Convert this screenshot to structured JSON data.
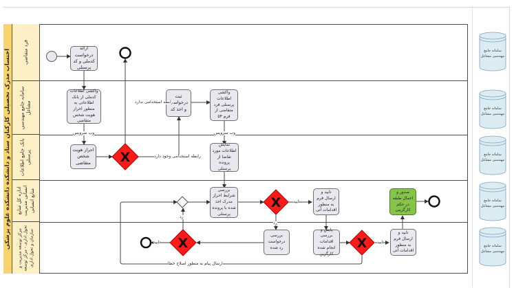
{
  "pool": {
    "title": "احتساب مدرک تحصیلی کارکنان ستاد و دانشکده دانشکده علوم پزشکی"
  },
  "lanes": [
    {
      "label": "فرد متقاضی"
    },
    {
      "label": "سامانه جامع مهندسی مشاغل"
    },
    {
      "label": "بانک جامع اطلاعات پرسنلی"
    },
    {
      "label": "اداره کل منابع انسانی مدیریت منابع انسانی"
    },
    {
      "label": "مرکز توسعه مدیریت و تحول اداری - مرکز توسعه سازمان و تحول اداری"
    }
  ],
  "tasks": {
    "submit_request": "ارائه درخواست کدملی و کد پرسنلی",
    "fetch_national_info": "واکشی اطلاعات کدملی از بانک اطلاعاتی به منظور احراز هویت شخص متقاضی",
    "register_request": "ثبت درخواست و اخذ کد",
    "fetch_personnel_info": "واکشی اطلاعات پرسنلی فرد متقاضی از فرم ۵۴",
    "verify_identity": "احراز هویت شخص متقاضی",
    "show_info": "نمایش اطلاعات مورد تقاضا از پرونده پرسنلی",
    "check_conditions": "بررسی شرایط احراز مدرک اخذ شده با پرونده پرسنلی",
    "approve_send_hr": "تایید و ارسال فرم به منظور اقدامات آتی",
    "review_rejected": "بررسی درخواست رد شده",
    "monitor_actions": "پایش و بررسی اقدامات انجام شده کارگزین",
    "approve_send_center": "تایید و ارسال فرم به منظور اقدامات آتی",
    "issue_ruling": "صدور و اعمال طبقه در حکم کارگزینی"
  },
  "edge_labels": {
    "no_employment": "رابطه استخدامی ندارد",
    "has_employment": "رابطه استخدامی وجود دارد",
    "web_service_1": "وب سرویس",
    "web_service_2": "وب سرویس",
    "approve_1": "تایید",
    "reject_1": "رد",
    "reject_2": "رد",
    "approve_2": "تایید",
    "approve_3": "تایید",
    "error_fix": "ارسال پیام به منظور اصلاح خطا"
  },
  "data_stores": [
    {
      "label": "سامانه جامع مهندسی مشاغل"
    },
    {
      "label": "سامانه جامع مهندسی مشاغل"
    },
    {
      "label": "سامانه جامع مهندسی مشاغل"
    },
    {
      "label": "سامانه جامع مهندسی مشاغل"
    },
    {
      "label": "سامانه جامع مهندسی مشاغل"
    }
  ],
  "colors": {
    "pool_header": "#f9d36b",
    "lane_header": "#fdefc6",
    "task_fill": "#e9e8ef",
    "task_highlight": "#86c34a",
    "gateway_fill": "#ff1a1a",
    "data_store_fill": "#dcecf3"
  }
}
